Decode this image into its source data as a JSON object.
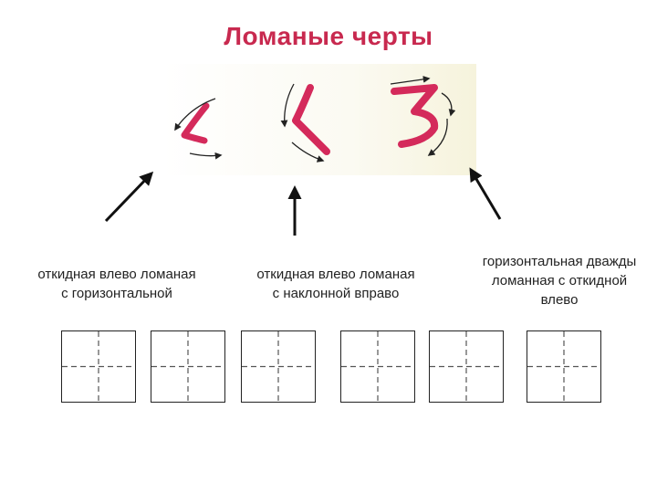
{
  "title": "Ломаные черты",
  "title_color": "#c8294f",
  "stroke_color": "#d42a5b",
  "labels": [
    "откидная влево ломаная\nс горизонтальной",
    "откидная влево ломаная\nс наклонной вправо",
    "горизонтальная дважды\nломанная с откидной\nвлево"
  ]
}
